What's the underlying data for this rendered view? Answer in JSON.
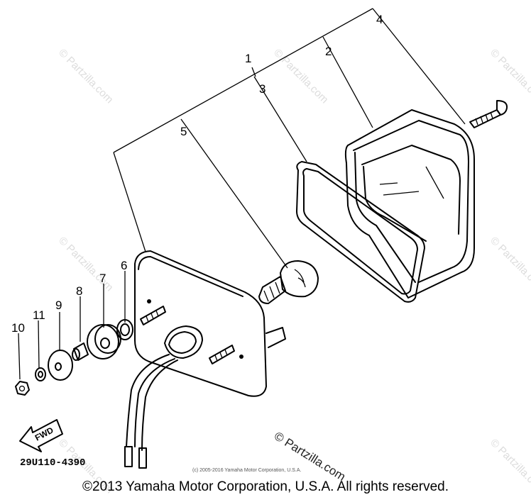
{
  "diagram": {
    "callouts": [
      "1",
      "2",
      "3",
      "4",
      "5",
      "6",
      "7",
      "8",
      "9",
      "10",
      "11"
    ],
    "part_code": "29U110-4390",
    "fwd_label": "FWD",
    "watermark": "© Partzilla.com",
    "small_copyright": "(c) 2005-2016 Yamaha Motor Corporation, U.S.A.",
    "copyright": "©2013 Yamaha Motor Corporation, U.S.A. All rights reserved."
  }
}
